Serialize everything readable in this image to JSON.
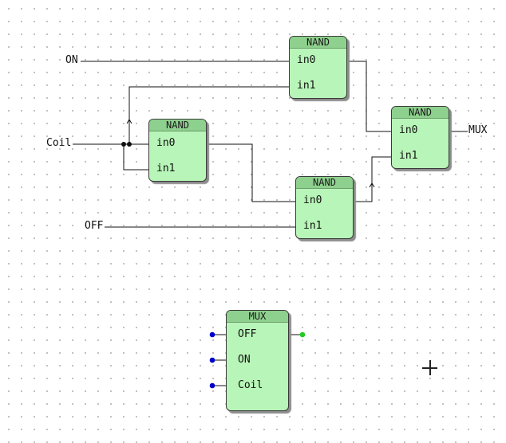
{
  "signals": {
    "on": "ON",
    "coil": "Coil",
    "off": "OFF",
    "mux": "MUX"
  },
  "nand_top": {
    "title": "NAND",
    "in0": "in0",
    "in1": "in1"
  },
  "nand_coil": {
    "title": "NAND",
    "in0": "in0",
    "in1": "in1"
  },
  "nand_bottom": {
    "title": "NAND",
    "in0": "in0",
    "in1": "in1"
  },
  "nand_out": {
    "title": "NAND",
    "in0": "in0",
    "in1": "in1"
  },
  "mux_block": {
    "title": "MUX",
    "pin0": "OFF",
    "pin1": "ON",
    "pin2": "Coil"
  },
  "colors": {
    "block": "#b8f5b8",
    "header": "#8ed08e",
    "input_pin": "#0000cc",
    "output_pin": "#22cc22"
  }
}
